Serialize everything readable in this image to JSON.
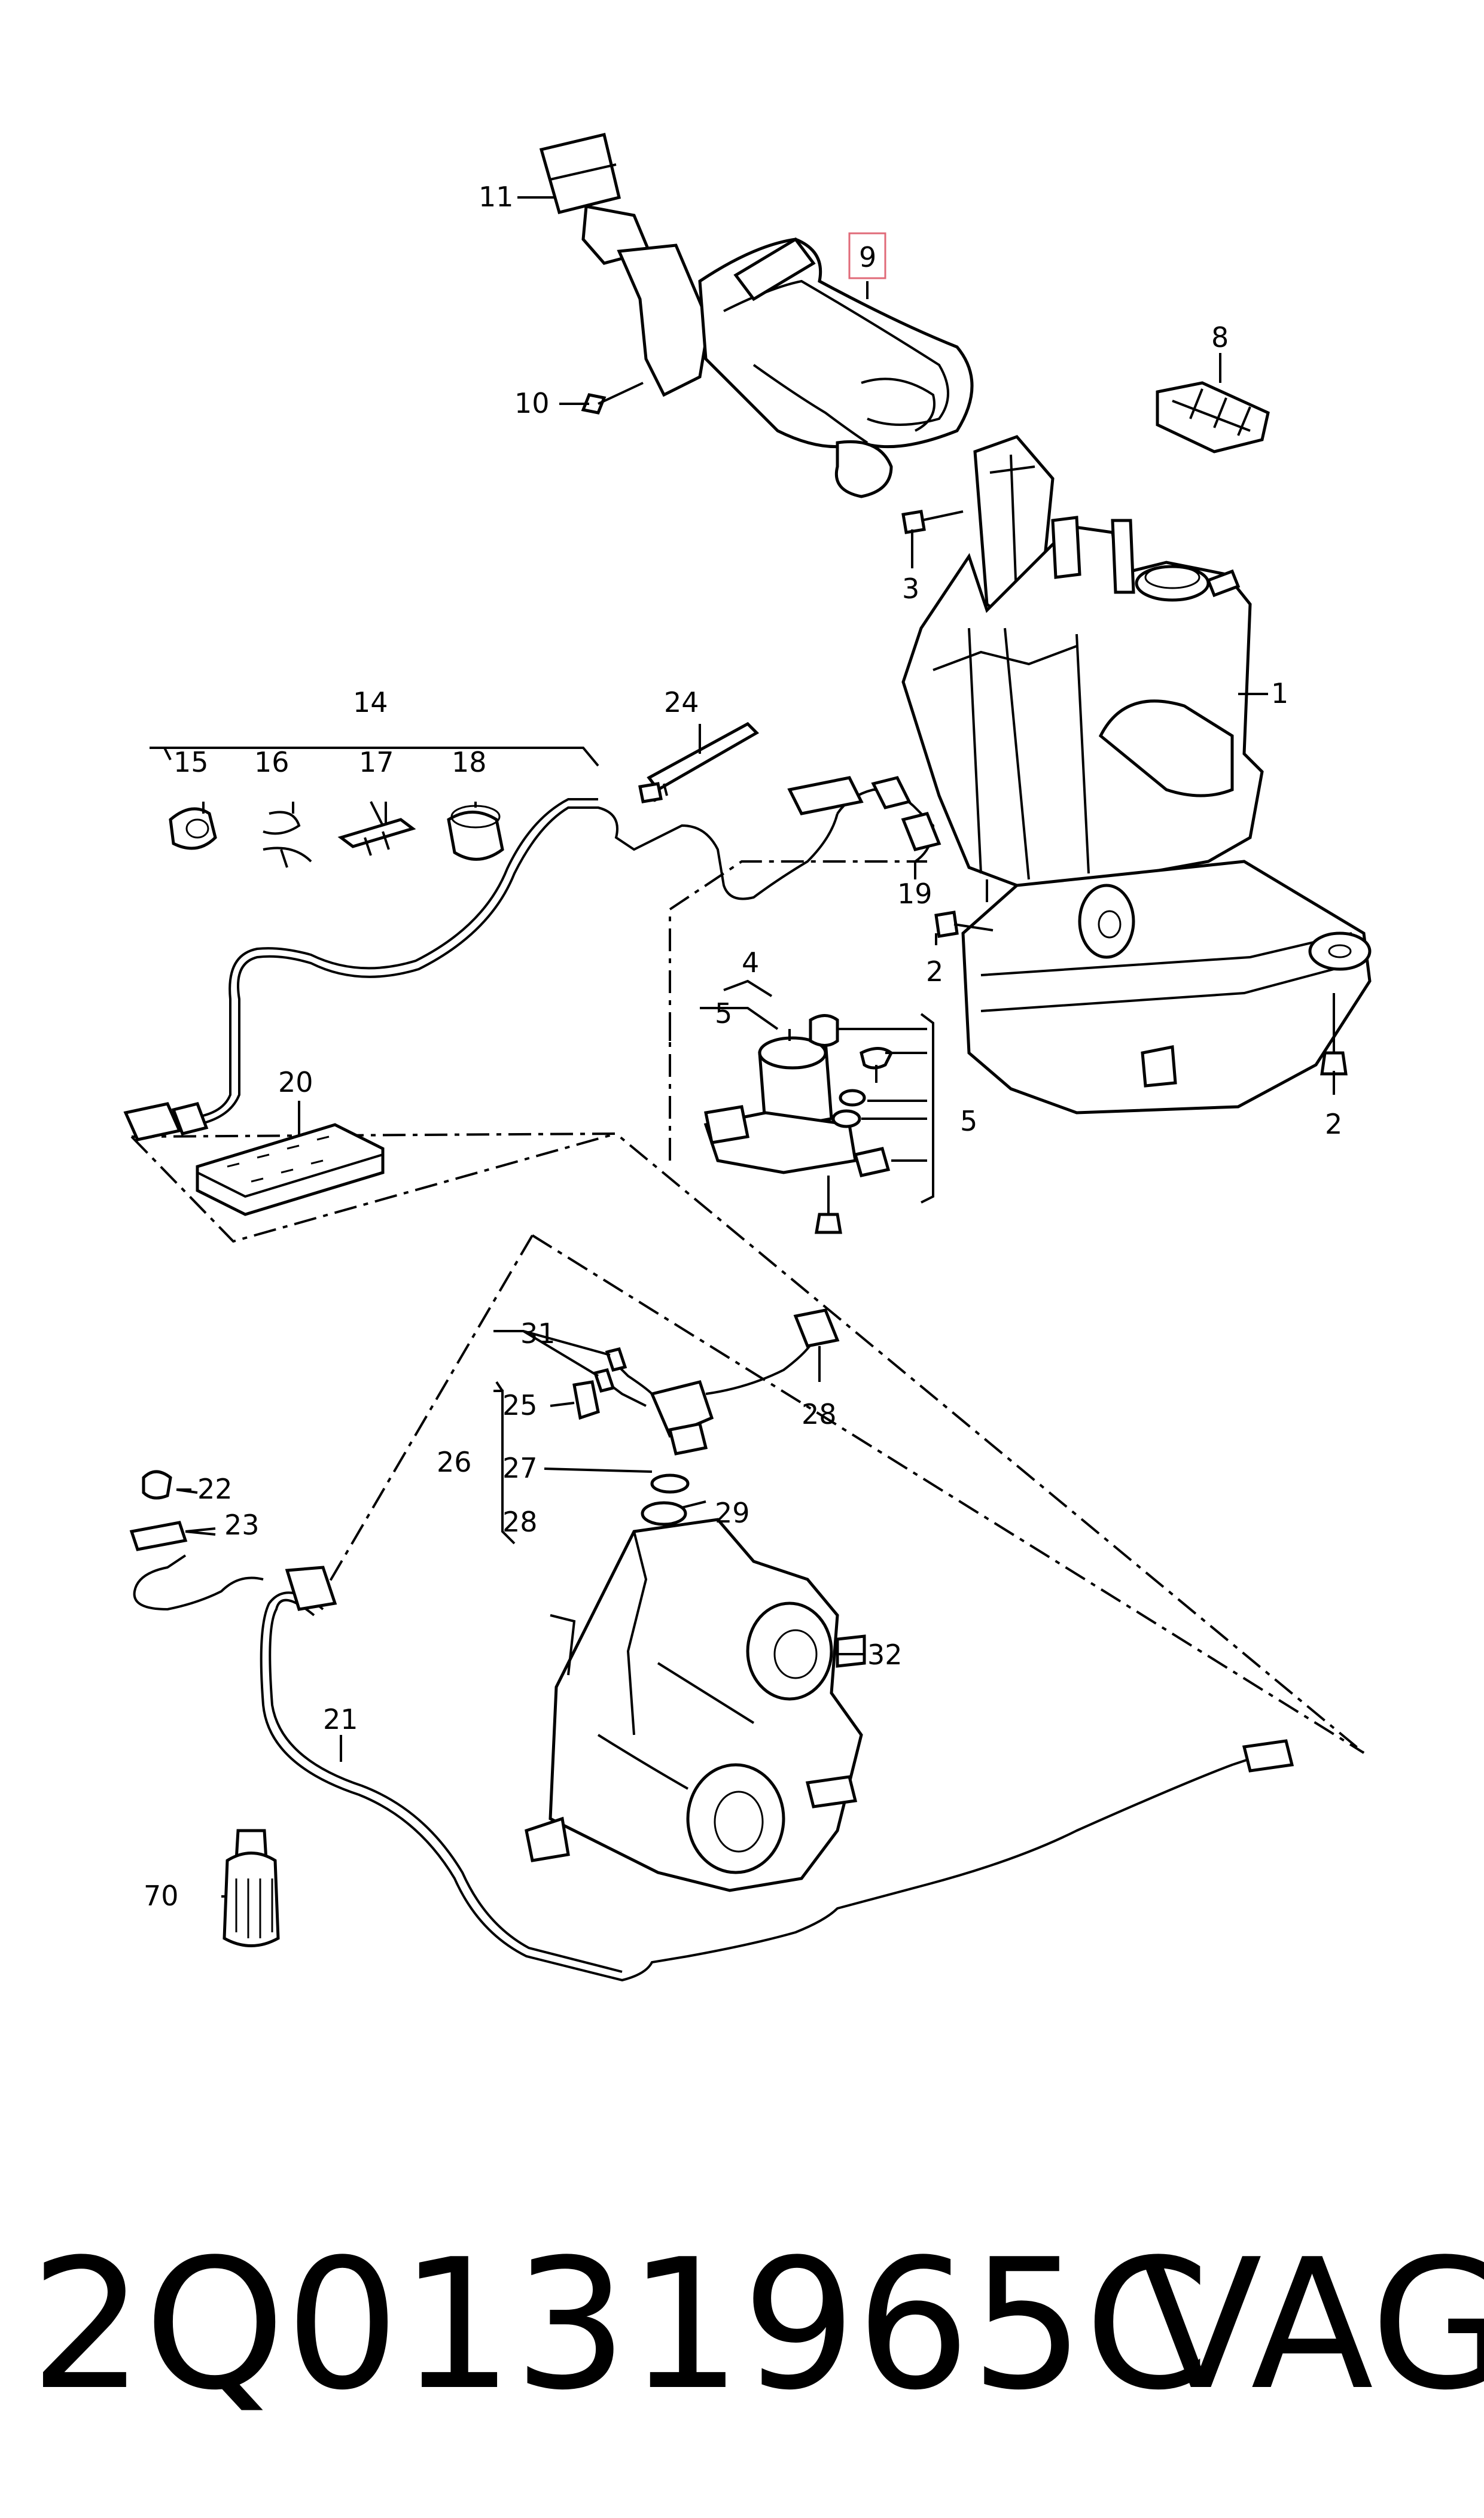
{
  "callouts": {
    "c1": "1",
    "c2a": "2",
    "c2b": "2",
    "c3": "3",
    "c4": "4",
    "c5a": "5",
    "c5b": "5",
    "c8": "8",
    "c9": "9",
    "c10": "10",
    "c11": "11",
    "c14": "14",
    "c15": "15",
    "c16": "16",
    "c17": "17",
    "c18": "18",
    "c19": "19",
    "c20": "20",
    "c21": "21",
    "c22": "22",
    "c23": "23",
    "c24": "24",
    "c25": "25",
    "c26": "26",
    "c27": "27",
    "c28a": "28",
    "c28b": "28",
    "c29": "29",
    "c31": "31",
    "c32": "32",
    "c70": "70"
  },
  "highlighted_callout": "9",
  "highlight_color": "#e06a78",
  "part_number": "2Q0131965C",
  "brand": "VAG"
}
